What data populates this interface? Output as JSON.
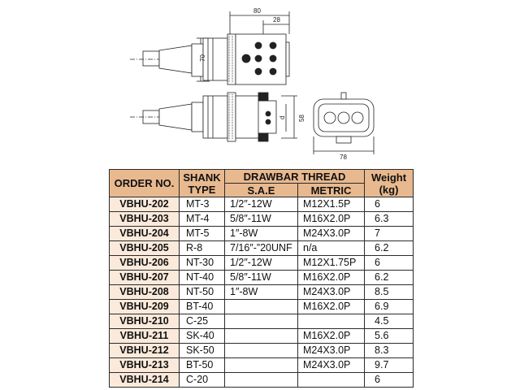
{
  "drawing": {
    "top_view": {
      "dim_total_length": "80",
      "dim_head_length": "28",
      "dim_height": "70"
    },
    "side_view": {
      "dim_diameter": "d",
      "dim_diameter_value": "58"
    },
    "end_view": {
      "dim_width": "78"
    }
  },
  "table": {
    "headers": {
      "order_no": "ORDER NO.",
      "shank_type_line1": "SHANK",
      "shank_type_line2": "TYPE",
      "drawbar_thread": "DRAWBAR THREAD",
      "sae": "S.A.E",
      "metric": "METRIC",
      "weight_line1": "Weight",
      "weight_line2": "(kg)"
    },
    "rows": [
      {
        "order": "VBHU-202",
        "shank": "MT-3",
        "sae": "1/2″-12W",
        "metric": "M12X1.5P",
        "weight": "6"
      },
      {
        "order": "VBHU-203",
        "shank": "MT-4",
        "sae": "5/8″-11W",
        "metric": "M16X2.0P",
        "weight": "6.3"
      },
      {
        "order": "VBHU-204",
        "shank": "MT-5",
        "sae": "1″-8W",
        "metric": "M24X3.0P",
        "weight": "7"
      },
      {
        "order": "VBHU-205",
        "shank": "R-8",
        "sae": "7/16″-”20UNF",
        "metric": "n/a",
        "weight": "6.2"
      },
      {
        "order": "VBHU-206",
        "shank": "NT-30",
        "sae": "1/2″-12W",
        "metric": "M12X1.75P",
        "weight": "6"
      },
      {
        "order": "VBHU-207",
        "shank": "NT-40",
        "sae": "5/8″-11W",
        "metric": "M16X2.0P",
        "weight": "6.2"
      },
      {
        "order": "VBHU-208",
        "shank": "NT-50",
        "sae": "1″-8W",
        "metric": "M24X3.0P",
        "weight": "8.5"
      },
      {
        "order": "VBHU-209",
        "shank": "BT-40",
        "sae": "",
        "metric": "M16X2.0P",
        "weight": "6.9"
      },
      {
        "order": "VBHU-210",
        "shank": "C-25",
        "sae": "",
        "metric": "",
        "weight": "4.5"
      },
      {
        "order": "VBHU-211",
        "shank": "SK-40",
        "sae": "",
        "metric": "M16X2.0P",
        "weight": "5.6"
      },
      {
        "order": "VBHU-212",
        "shank": "SK-50",
        "sae": "",
        "metric": "M24X3.0P",
        "weight": "8.3"
      },
      {
        "order": "VBHU-213",
        "shank": "BT-50",
        "sae": "",
        "metric": "M24X3.0P",
        "weight": "9.7"
      },
      {
        "order": "VBHU-214",
        "shank": "C-20",
        "sae": "",
        "metric": "",
        "weight": "6"
      }
    ]
  }
}
